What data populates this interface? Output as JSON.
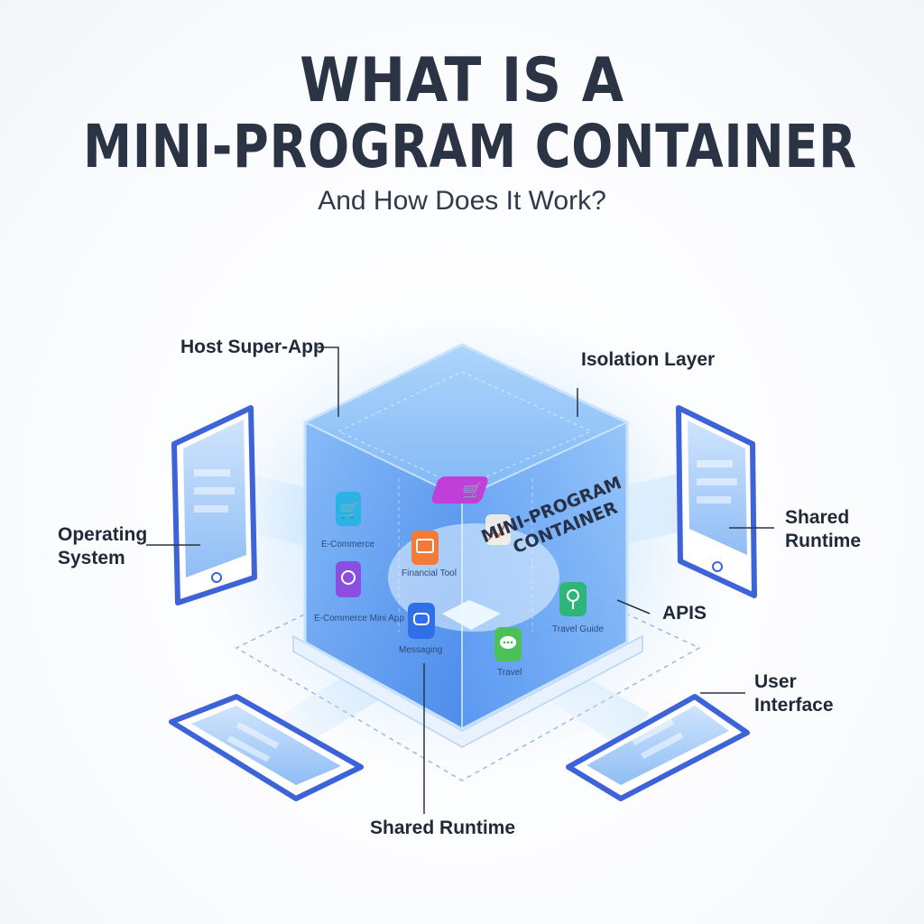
{
  "header": {
    "title_line1": "WHAT IS A",
    "title_line2": "MINI-PROGRAM CONTAINER",
    "subtitle": "And How Does It Work?"
  },
  "cube": {
    "face_text_line1": "MINI-PROGRAM",
    "face_text_line2": "CONTAINER",
    "apps": [
      {
        "label": "E-Commerce",
        "icon": "shopping-cart-icon",
        "color": "#2bb3e6"
      },
      {
        "label": "Financial Tool",
        "icon": "wallet-icon",
        "color": "#f47a3a"
      },
      {
        "label": "E-Commerce Mini App",
        "icon": "person-icon",
        "color": "#8a4fe0"
      },
      {
        "label": "Messaging",
        "icon": "chat-icon",
        "color": "#2f6fe8"
      },
      {
        "label": "Travel",
        "icon": "chat-bubble-icon",
        "color": "#4cc05a"
      },
      {
        "label": "Travel Guide",
        "icon": "map-pin-icon",
        "color": "#2db57a"
      },
      {
        "label": "",
        "icon": "cart-icon",
        "color": "#c03fd8"
      }
    ]
  },
  "callouts": {
    "host_super_app": "Host Super-App",
    "isolation_layer": "Isolation Layer",
    "operating_system_1": "Operating",
    "operating_system_2": "System",
    "shared_runtime_right_1": "Shared",
    "shared_runtime_right_2": "Runtime",
    "apis": "APIS",
    "user_interface_1": "User",
    "user_interface_2": "Interface",
    "shared_runtime_bottom": "Shared Runtime"
  },
  "colors": {
    "cube_blue": "#5a9cf2",
    "device_frame": "#3d63d8",
    "title": "#2a3445"
  }
}
